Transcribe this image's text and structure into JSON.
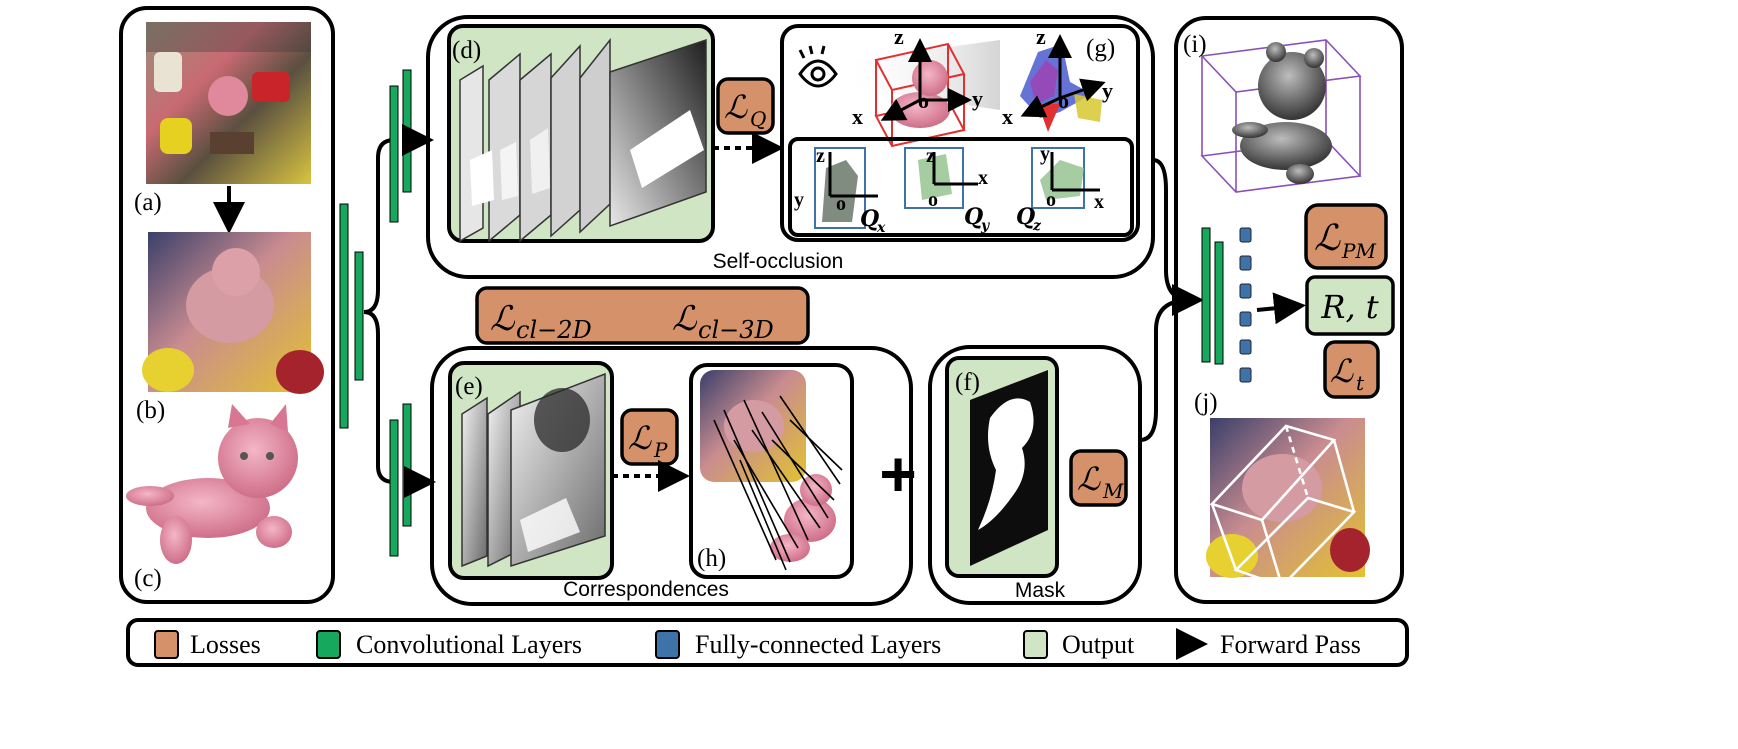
{
  "colors": {
    "loss": "#d4916a",
    "conv": "#16a85c",
    "fc": "#3d73a8",
    "output": "#cfe5c4",
    "pink": "#e68aa4",
    "stroke": "#000000"
  },
  "panel_labels": {
    "a": "(a)",
    "b": "(b)",
    "c": "(c)",
    "d": "(d)",
    "e": "(e)",
    "f": "(f)",
    "g": "(g)",
    "h": "(h)",
    "i": "(i)",
    "j": "(j)"
  },
  "section_titles": {
    "self_occlusion": "Self-occlusion",
    "correspondences": "Correspondences",
    "mask": "Mask"
  },
  "losses": {
    "q": {
      "main": "ℒ",
      "sub": "Q"
    },
    "p": {
      "main": "ℒ",
      "sub": "P"
    },
    "m": {
      "main": "ℒ",
      "sub": "M"
    },
    "pm": {
      "main": "ℒ",
      "sub": "PM"
    },
    "t": {
      "main": "ℒ",
      "sub": "t"
    },
    "cl2d": {
      "main": "ℒ",
      "sub": "cl−2D"
    },
    "cl3d": {
      "main": "ℒ",
      "sub": "cl−3D"
    }
  },
  "output_rt": "R, t",
  "plus_sign": "+",
  "axes": {
    "x": "x",
    "y": "y",
    "z": "z",
    "o": "o"
  },
  "projections": {
    "qx": {
      "main": "Q",
      "sub": "x"
    },
    "qy": {
      "main": "Q",
      "sub": "y"
    },
    "qz": {
      "main": "Q",
      "sub": "z"
    }
  },
  "legend": [
    {
      "label": "Losses",
      "swatch": "loss"
    },
    {
      "label": "Convolutional Layers",
      "swatch": "conv"
    },
    {
      "label": "Fully-connected Layers",
      "swatch": "fc"
    },
    {
      "label": "Output",
      "swatch": "output"
    },
    {
      "label": "Forward Pass",
      "swatch": "arrow"
    }
  ]
}
